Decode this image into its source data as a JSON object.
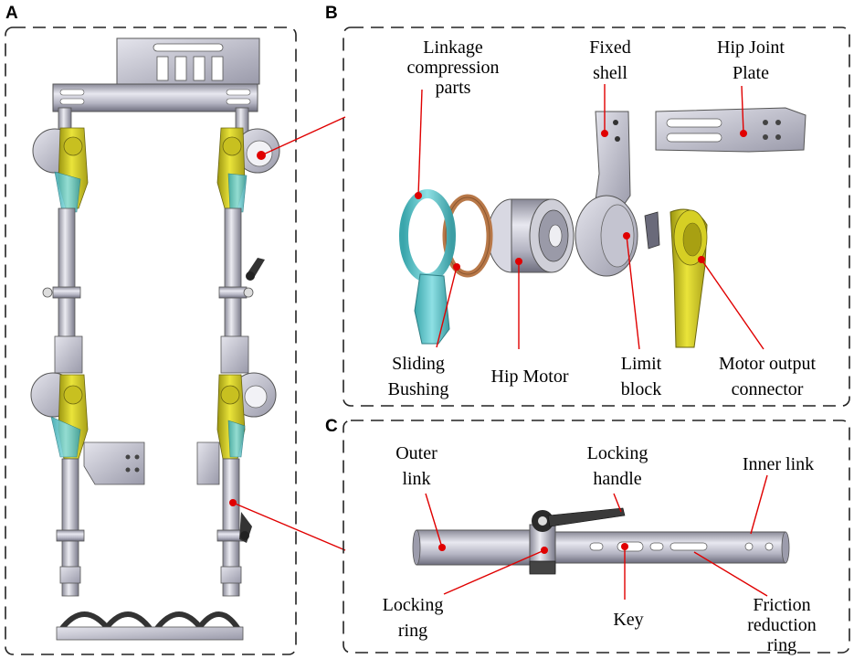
{
  "panels": {
    "a": {
      "letter": "A"
    },
    "b": {
      "letter": "B",
      "labels": {
        "linkage_1": "Linkage",
        "linkage_2": "compression",
        "linkage_3": "parts",
        "fixed_shell_1": "Fixed",
        "fixed_shell_2": "shell",
        "hip_plate_1": "Hip Joint",
        "hip_plate_2": "Plate",
        "sliding_1": "Sliding",
        "sliding_2": "Bushing",
        "hip_motor": "Hip Motor",
        "limit_1": "Limit",
        "limit_2": "block",
        "motor_out_1": "Motor output",
        "motor_out_2": "connector"
      }
    },
    "c": {
      "letter": "C",
      "labels": {
        "outer_1": "Outer",
        "outer_2": "link",
        "handle_1": "Locking",
        "handle_2": "handle",
        "inner": "Inner link",
        "ring_1": "Locking",
        "ring_2": "ring",
        "key": "Key",
        "friction_1": "Friction",
        "friction_2": "reduction",
        "friction_3": "ring"
      }
    }
  },
  "colors": {
    "leader": "#e00000",
    "yellow_part": "#d8d020",
    "teal_part": "#58c4c8",
    "bronze_part": "#b87848",
    "metal_light": "#dcdce4",
    "metal_mid": "#a8a8b8",
    "metal_dark": "#6c6c7c"
  }
}
